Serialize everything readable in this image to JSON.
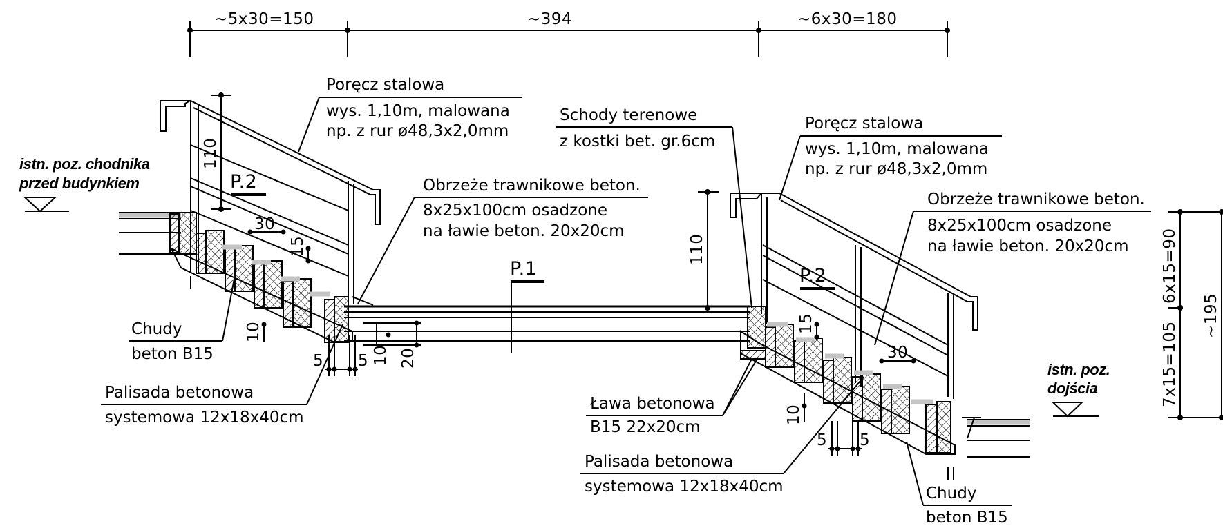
{
  "dimensions": {
    "top_left": "~5x30=150",
    "top_middle": "~394",
    "top_right": "~6x30=180",
    "right_upper": "6x15=90",
    "right_lower": "7x15=105",
    "right_total": "~195"
  },
  "levels": {
    "left_line1": "istn. poz. chodnika",
    "left_line2": "przed budynkiem",
    "right_line1": "istn. poz.",
    "right_line2": "dojścia"
  },
  "section_marks": {
    "p1": "P.1",
    "p2_left": "P.2",
    "p2_right": "P.2"
  },
  "labels": {
    "handrail_left_title": "Poręcz stalowa",
    "handrail_left_line1": "wys. 1,10m, malowana",
    "handrail_left_line2": "np. z rur ø48,3x2,0mm",
    "handrail_right_title": "Poręcz stalowa",
    "handrail_right_line1": "wys. 1,10m, malowana",
    "handrail_right_line2": "np. z rur ø48,3x2,0mm",
    "stairs_title": "Schody terenowe",
    "stairs_line1": "z kostki bet. gr.6cm",
    "curb_left_title": "Obrzeże trawnikowe beton.",
    "curb_left_line1": "8x25x100cm osadzone",
    "curb_left_line2": "na ławie beton. 20x20cm",
    "curb_right_title": "Obrzeże trawnikowe beton.",
    "curb_right_line1": "8x25x100cm osadzone",
    "curb_right_line2": "na ławie beton. 20x20cm",
    "lean_left_title": "Chudy",
    "lean_left_line1": "beton B15",
    "lean_right_title": "Chudy",
    "lean_right_line1": "beton B15",
    "palisade_left_title": "Palisada betonowa",
    "palisade_left_line1": "systemowa 12x18x40cm",
    "palisade_right_title": "Palisada betonowa",
    "palisade_right_line1": "systemowa 12x18x40cm",
    "bench_title": "Ława betonowa",
    "bench_line1": "B15 22x20cm"
  },
  "small_dims": {
    "left_railing_height": "110",
    "left_tread": "30",
    "left_riser": "15",
    "left_step_10": "10",
    "left_5a": "5",
    "left_5b": "5",
    "left_layer_10": "10",
    "left_layer_20": "20",
    "mid_railing_height": "110",
    "right_riser": "15",
    "right_tread": "30",
    "right_step_10": "10",
    "right_5a": "5",
    "right_5b": "5"
  }
}
